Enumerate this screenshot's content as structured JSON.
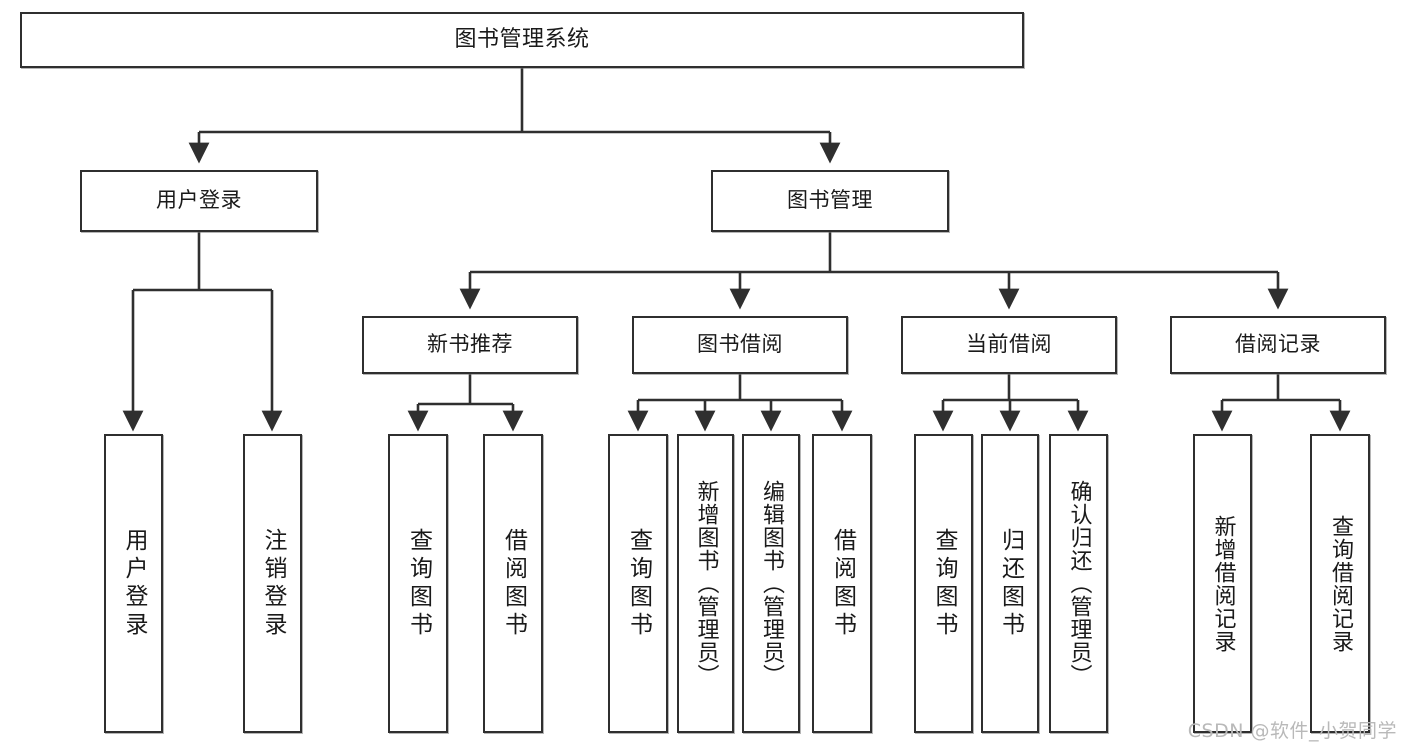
{
  "diagram": {
    "type": "tree-flowchart",
    "title": "图书管理系统",
    "watermark": "CSDN @软件_小贺同学",
    "colors": {
      "stroke": "#2f2f2f",
      "fill": "#ffffff",
      "text": "#1a1a1a",
      "watermark": "#b9b9b9"
    },
    "nodes": {
      "root": {
        "label": "图书管理系统"
      },
      "level2": [
        {
          "id": "user-login",
          "label": "用户登录"
        },
        {
          "id": "book-management",
          "label": "图书管理"
        }
      ],
      "level3": [
        {
          "id": "new-book-recommend",
          "label": "新书推荐"
        },
        {
          "id": "book-borrow",
          "label": "图书借阅"
        },
        {
          "id": "current-borrow",
          "label": "当前借阅"
        },
        {
          "id": "borrow-record",
          "label": "借阅记录"
        }
      ],
      "leaves": {
        "user-login": [
          {
            "id": "leaf-user-login",
            "label": "用户登录"
          },
          {
            "id": "leaf-logout-login",
            "label": "注销登录"
          }
        ],
        "new-book-recommend": [
          {
            "id": "leaf-query-book-1",
            "label": "查询图书"
          },
          {
            "id": "leaf-borrow-book-1",
            "label": "借阅图书"
          }
        ],
        "book-borrow": [
          {
            "id": "leaf-query-book-2",
            "label": "查询图书"
          },
          {
            "id": "leaf-add-book-admin",
            "label": "新增图书（管理员）"
          },
          {
            "id": "leaf-edit-book-admin",
            "label": "编辑图书（管理员）"
          },
          {
            "id": "leaf-borrow-book-2",
            "label": "借阅图书"
          }
        ],
        "current-borrow": [
          {
            "id": "leaf-query-book-3",
            "label": "查询图书"
          },
          {
            "id": "leaf-return-book",
            "label": "归还图书"
          },
          {
            "id": "leaf-confirm-return-admin",
            "label": "确认归还（管理员）"
          }
        ],
        "borrow-record": [
          {
            "id": "leaf-add-borrow-record",
            "label": "新增借阅记录"
          },
          {
            "id": "leaf-query-borrow-record",
            "label": "查询借阅记录"
          }
        ]
      }
    }
  }
}
